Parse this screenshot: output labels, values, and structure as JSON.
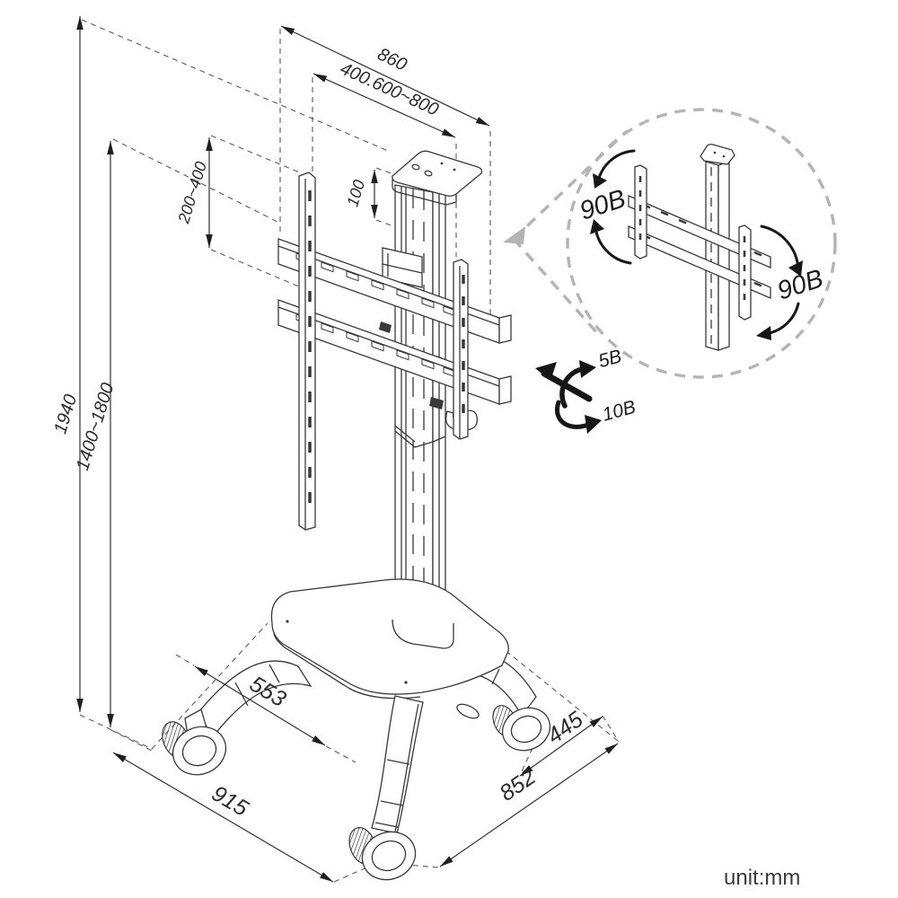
{
  "meta": {
    "unit_note": "unit:mm"
  },
  "dimensions": {
    "bracket_total_width": "860",
    "vesa_width_range": "400.600~800",
    "vesa_height_range": "200~400",
    "top_cap_offset": "100",
    "total_height": "1940",
    "adjustable_height_range": "1400~1800",
    "shelf_depth": "553",
    "base_right_inner": "445",
    "base_left_edge": "915",
    "base_right_edge": "852"
  },
  "rotation": {
    "swivel_left": "90B",
    "swivel_right": "90B",
    "tilt_up": "5B",
    "tilt_down": "10B"
  }
}
